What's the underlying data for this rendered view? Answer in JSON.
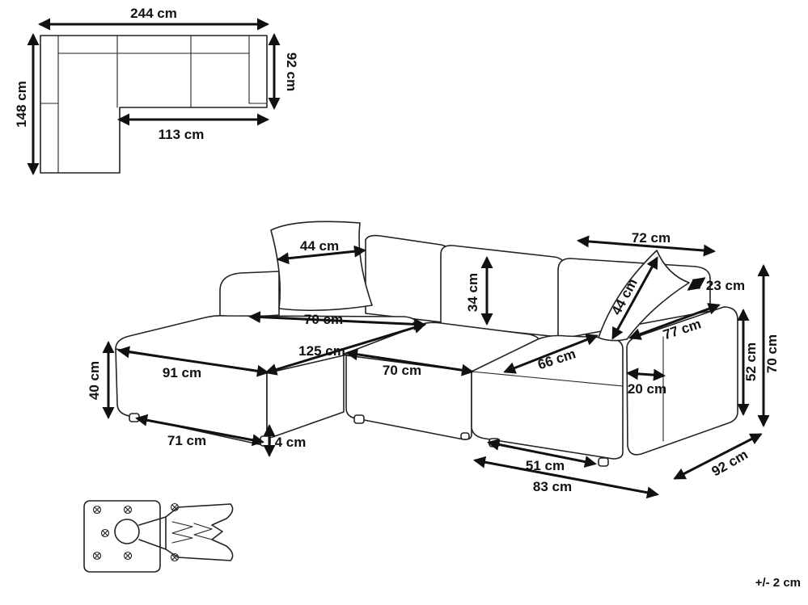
{
  "top_view": {
    "total_width": "244 cm",
    "total_depth": "148 cm",
    "sofa_depth": "92 cm",
    "seat_width": "113 cm"
  },
  "perspective": {
    "cushion_width": "44 cm",
    "back_height": "34 cm",
    "chaise_depth": "70 cm",
    "chaise_length": "125 cm",
    "chaise_width": "91 cm",
    "seat_height": "40 cm",
    "middle_seat": "70 cm",
    "base_depth": "71 cm",
    "leg_height": "4 cm",
    "armrest_length": "72 cm",
    "armrest_width": "23 cm",
    "cushion_height": "44 cm",
    "armrest_depth": "77 cm",
    "armrest_height": "52 cm",
    "total_height": "70 cm",
    "seat_depth": "66 cm",
    "arm_thickness": "20 cm",
    "end_seat_base": "51 cm",
    "end_seat_width": "83 cm",
    "end_depth": "92 cm"
  },
  "tolerance": "+/- 2 cm"
}
